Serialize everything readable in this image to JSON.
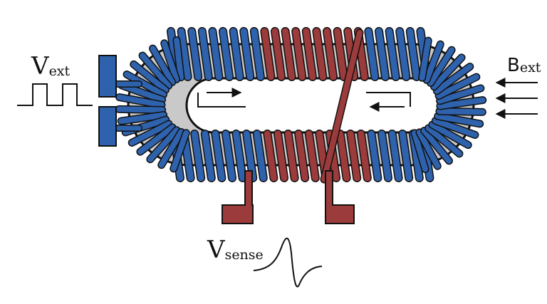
{
  "labels": {
    "v_ext": {
      "main": "V",
      "sub": "ext"
    },
    "b_ext": {
      "main": "B",
      "sub": "ext"
    },
    "v_sense": {
      "main": "V",
      "sub": "sense"
    }
  },
  "colors": {
    "core": "#c9c9c9",
    "excitation_coil": "#2f62ad",
    "sense_coil": "#9c3b3b",
    "outline": "#111111",
    "line": "#111111"
  },
  "icons": {
    "excitation_pads": "rectangular-contact-pad-icon",
    "sense_pads": "l-shaped-contact-pad-icon",
    "field_arrows": "arrow-left-icon",
    "flux_arrows": "arrow-icon"
  }
}
